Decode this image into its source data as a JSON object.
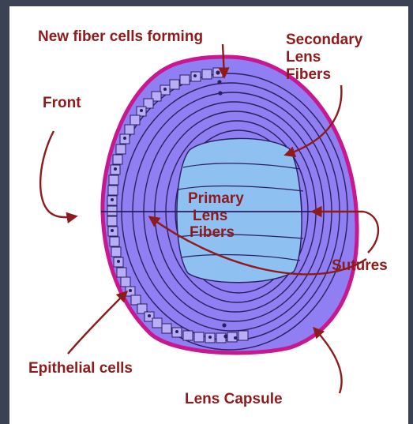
{
  "labels": {
    "new_fiber": "New fiber cells forming",
    "secondary_1": "Secondary",
    "secondary_2": "Lens",
    "secondary_3": "Fibers",
    "front": "Front",
    "primary_1": "Primary",
    "primary_2": "Lens",
    "primary_3": "Fibers",
    "sutures": "Sutures",
    "epithelial": "Epithelial cells",
    "capsule": "Lens Capsule"
  },
  "colors": {
    "background_frame": "#3a4254",
    "panel": "#ffffff",
    "capsule": "#c8178f",
    "fibers_fill": "#8f7ff2",
    "fiber_lines": "#2a1f5e",
    "primary_core": "#8fc0f2",
    "label_text": "#8e1a1c",
    "arrows": "#8e1a1c"
  }
}
